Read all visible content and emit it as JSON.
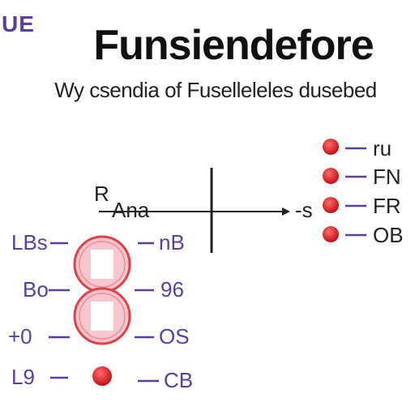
{
  "header": {
    "badge": "UE",
    "title": "Funsiendefore",
    "subtitle": "Wy csendia of Fuselleleles dusebed"
  },
  "axis": {
    "top_label": "R",
    "left_label": "Ana",
    "right_label": "-s"
  },
  "legend": [
    {
      "label": "ru"
    },
    {
      "label": "FN"
    },
    {
      "label": "FR"
    },
    {
      "label": "OB"
    }
  ],
  "left_labels": [
    "LBs",
    "Bo",
    "+0",
    "L9"
  ],
  "right_labels": [
    "nB",
    "96",
    "OS",
    "CB"
  ],
  "colors": {
    "accent_purple": "#5a3fa0",
    "marker_red": "#dd1f24",
    "circle_fill": "#f7c6cf",
    "circle_stroke": "#e0424a",
    "line_dark": "#222222"
  }
}
